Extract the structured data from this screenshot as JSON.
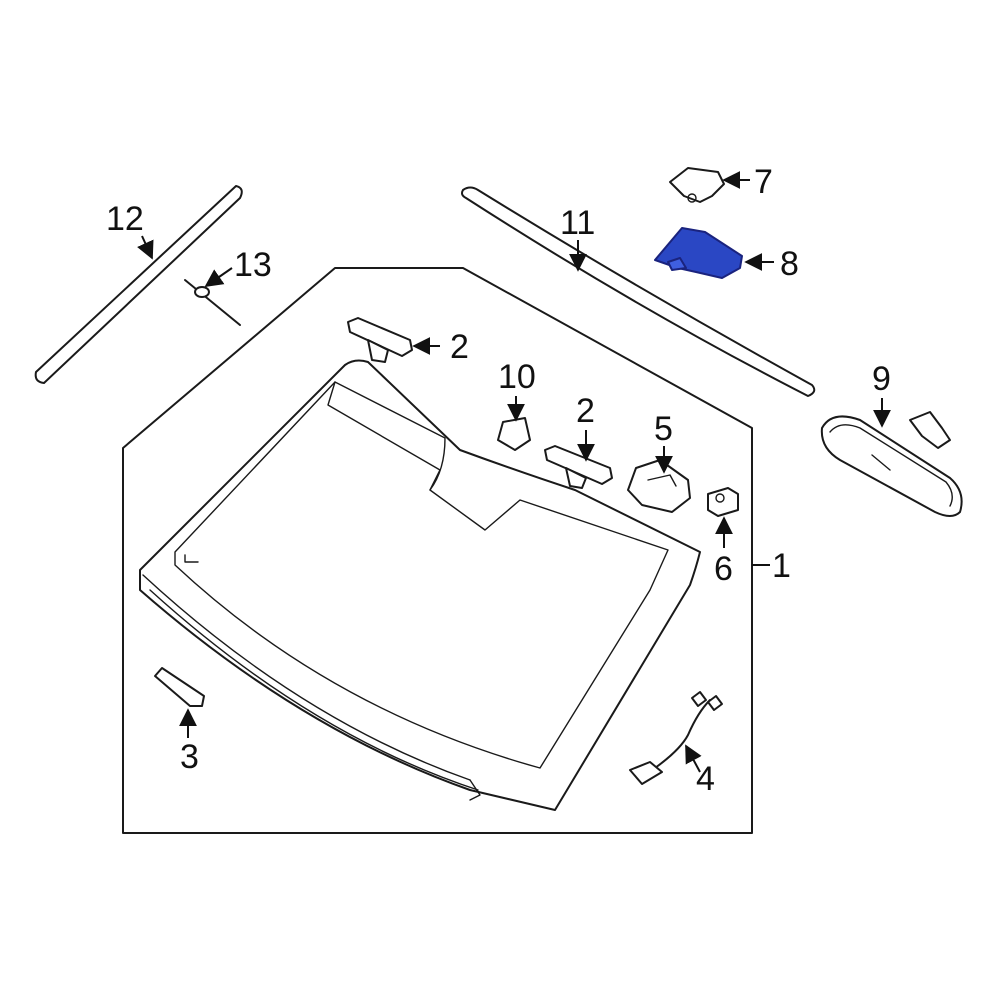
{
  "colors": {
    "line": "#1a1a1a",
    "highlight_fill": "#2a47c4",
    "highlight_stroke": "#1a237e",
    "background": "#ffffff"
  },
  "callouts": {
    "c1": "1",
    "c2a": "2",
    "c2b": "2",
    "c3": "3",
    "c4": "4",
    "c5": "5",
    "c6": "6",
    "c7": "7",
    "c8": "8",
    "c9": "9",
    "c10": "10",
    "c11": "11",
    "c12": "12",
    "c13": "13"
  },
  "highlighted_part": "8"
}
